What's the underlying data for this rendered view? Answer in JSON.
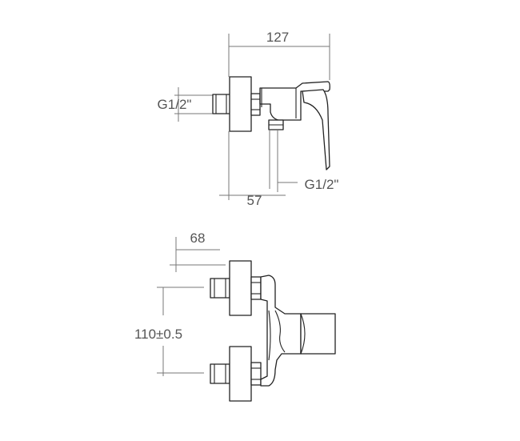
{
  "drawing": {
    "top_view": {
      "dim_width": "127",
      "dim_thread_left": "G1/2\"",
      "dim_thread_bottom": "G1/2\"",
      "dim_depth": "57"
    },
    "front_view": {
      "dim_offset": "68",
      "dim_spacing": "110±0.5"
    },
    "colors": {
      "outline": "#222222",
      "dimension": "#777777",
      "text": "#555555"
    }
  }
}
